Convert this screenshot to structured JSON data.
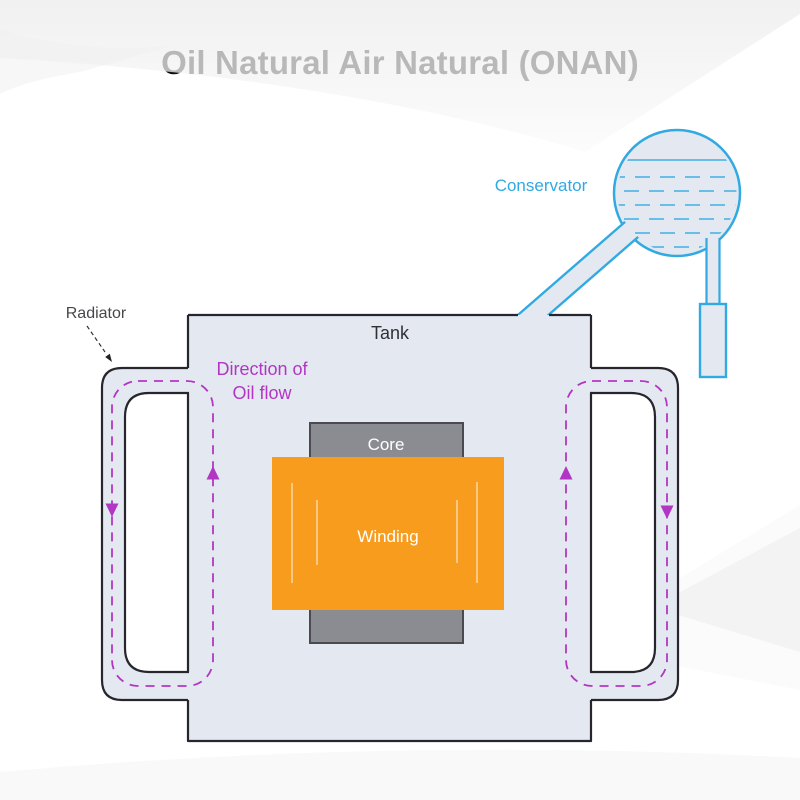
{
  "title": "Oil Natural Air Natural (ONAN)",
  "diagram": {
    "conservator_label": "Conservator",
    "tank_label": "Tank",
    "radiator_label": "Radiator",
    "core_label": "Core",
    "winding_label": "Winding",
    "oil_flow_label_line1": "Direction of",
    "oil_flow_label_line2": "Oil flow",
    "colors": {
      "vessel_fill": "#e4e9f1",
      "outline": "#26262c",
      "cyan": "#31a9e2",
      "oil_flow_magenta": "#b236c4",
      "core_gray": "#8b8b92",
      "core_border": "#4a4a50",
      "winding_orange": "#f89c1e",
      "label_gray": "#47474b",
      "title_black": "#0a0a0a"
    }
  }
}
